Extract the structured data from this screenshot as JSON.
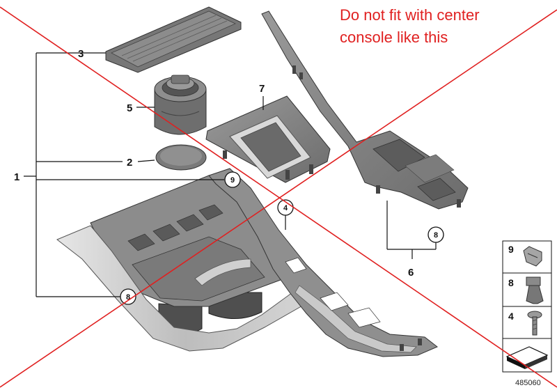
{
  "note": {
    "line1": "Do not fit with center",
    "line2": "console like this",
    "color": "#e02020"
  },
  "callouts": {
    "p1": "1",
    "p2": "2",
    "p3": "3",
    "p5": "5",
    "p6": "6",
    "p7": "7"
  },
  "circled": {
    "c9": "9",
    "c4": "4",
    "c8_lower": "8",
    "c8_right": "8"
  },
  "legend": {
    "i9": "9",
    "i8": "8",
    "i4": "4"
  },
  "reference_number": "485060",
  "colors": {
    "part_fill": "#8a8a8a",
    "part_dark": "#5e5e5e",
    "trim_light": "#d8d8d8",
    "cross_line": "#e02020",
    "leader": "#111111"
  }
}
